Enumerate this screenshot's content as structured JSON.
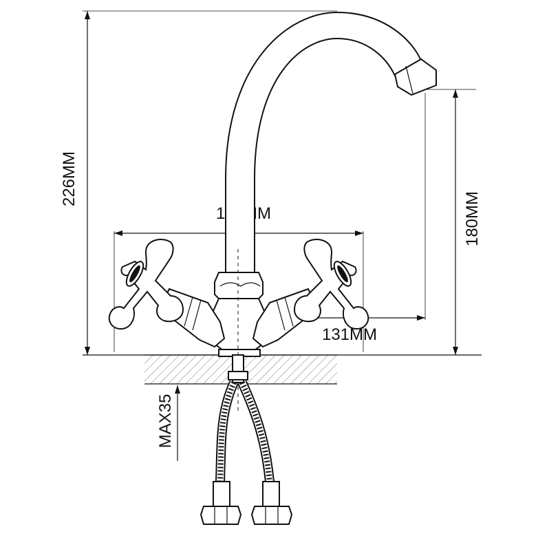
{
  "dimensions": {
    "total_height": "226MM",
    "spout_height": "180MM",
    "handle_spacing": "160MM",
    "spout_reach": "131MM",
    "max_thickness": "MAX35"
  },
  "icons": {
    "faucet": "faucet-drawing-icon",
    "hose": "flexible-hose-icon",
    "handle": "cross-handle-icon"
  }
}
